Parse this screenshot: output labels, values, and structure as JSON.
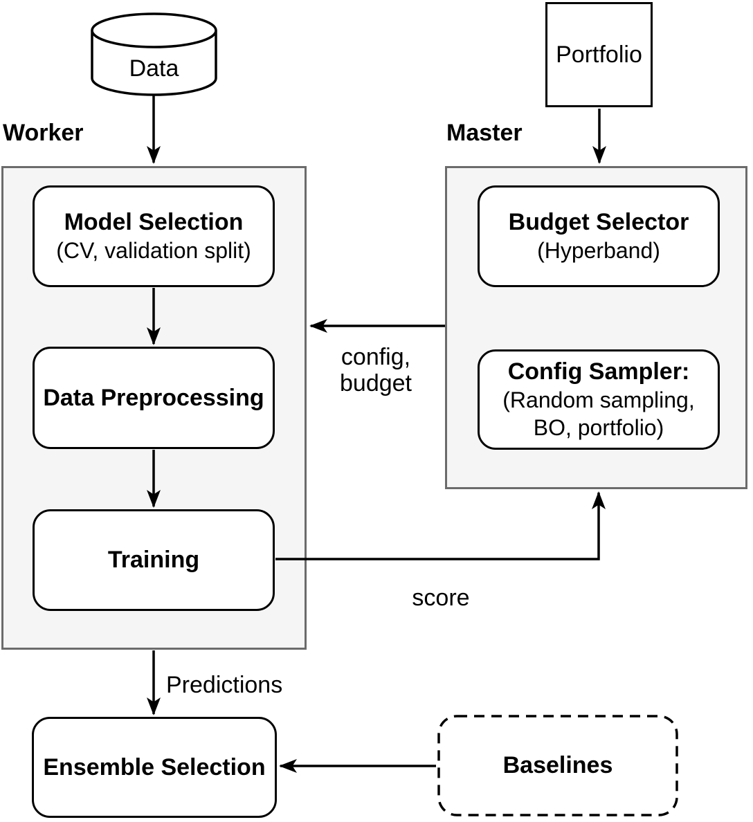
{
  "labels": {
    "worker": "Worker",
    "master": "Master"
  },
  "nodes": {
    "data": {
      "label": "Data"
    },
    "portfolio": {
      "label": "Portfolio"
    },
    "model_selection": {
      "title": "Model Selection",
      "subtitle": "(CV, validation split)"
    },
    "data_preprocessing": {
      "title": "Data Preprocessing"
    },
    "training": {
      "title": "Training"
    },
    "budget_selector": {
      "title": "Budget Selector",
      "subtitle": "(Hyperband)"
    },
    "config_sampler": {
      "title": "Config Sampler:",
      "subtitle_lines": [
        "(Random sampling,",
        "BO, portfolio)"
      ]
    },
    "ensemble_selection": {
      "title": "Ensemble Selection"
    },
    "baselines": {
      "title": "Baselines"
    }
  },
  "edge_labels": {
    "config_budget_lines": [
      "config,",
      "budget"
    ],
    "score": "score",
    "predictions": "Predictions"
  },
  "colors": {
    "background": "#ffffff",
    "container_fill": "#f5f5f5",
    "container_border": "#6b6b6b",
    "node_fill": "#ffffff",
    "node_border": "#000000",
    "arrow": "#000000",
    "text": "#000000"
  }
}
